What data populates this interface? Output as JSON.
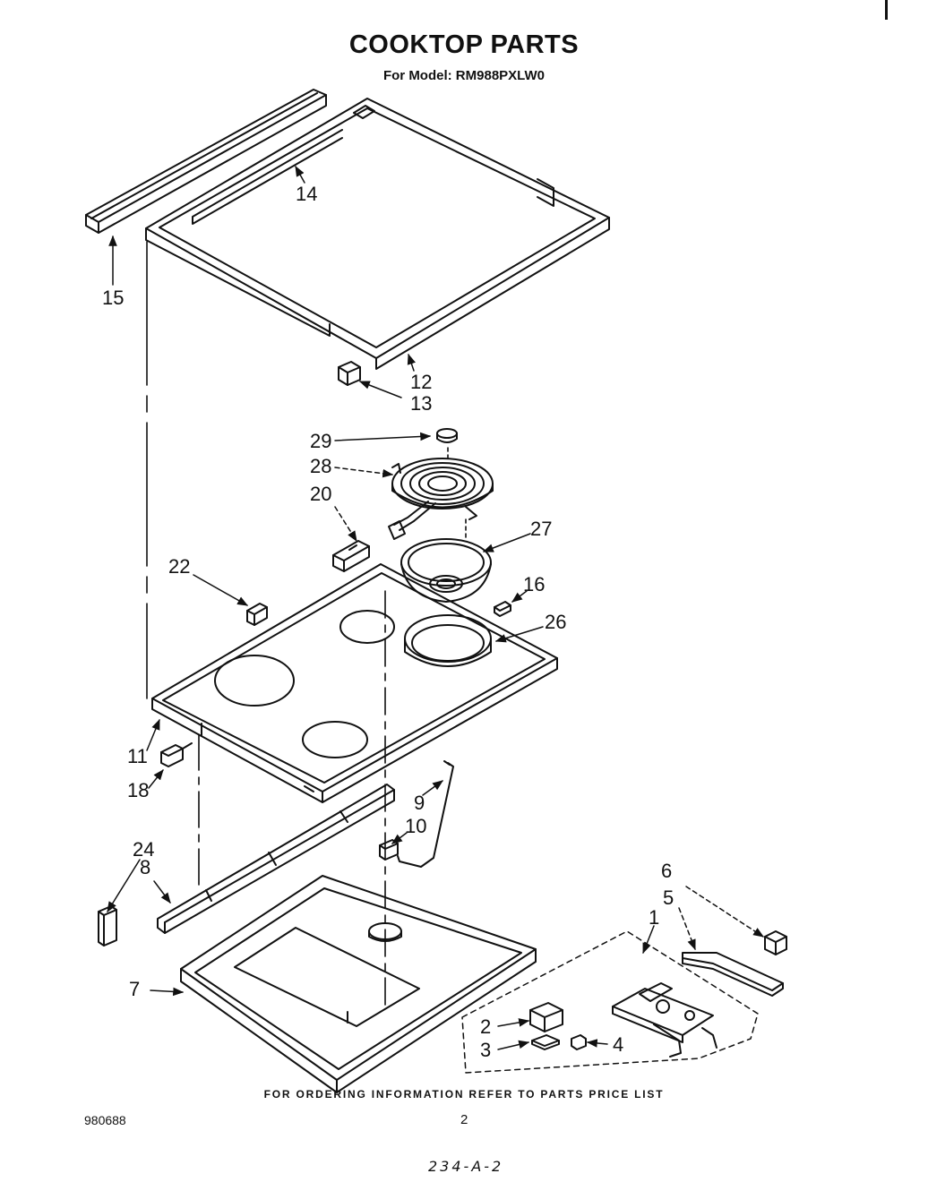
{
  "page": {
    "title": "COOKTOP PARTS",
    "subtitle": "For Model: RM988PXLW0",
    "footer_note": "FOR ORDERING INFORMATION REFER TO PARTS PRICE LIST",
    "doc_number": "980688",
    "page_number": "2",
    "handwritten_note": "234-A-2"
  },
  "callouts": [
    {
      "id": "14",
      "text": "14"
    },
    {
      "id": "15",
      "text": "15"
    },
    {
      "id": "12",
      "text": "12"
    },
    {
      "id": "13",
      "text": "13"
    },
    {
      "id": "29",
      "text": "29"
    },
    {
      "id": "28",
      "text": "28"
    },
    {
      "id": "20",
      "text": "20"
    },
    {
      "id": "27",
      "text": "27"
    },
    {
      "id": "22",
      "text": "22"
    },
    {
      "id": "16",
      "text": "16"
    },
    {
      "id": "26",
      "text": "26"
    },
    {
      "id": "11",
      "text": "11"
    },
    {
      "id": "18",
      "text": "18"
    },
    {
      "id": "9",
      "text": "9"
    },
    {
      "id": "10",
      "text": "10"
    },
    {
      "id": "24",
      "text": "24"
    },
    {
      "id": "8",
      "text": "8"
    },
    {
      "id": "6",
      "text": "6"
    },
    {
      "id": "5",
      "text": "5"
    },
    {
      "id": "1",
      "text": "1"
    },
    {
      "id": "7",
      "text": "7"
    },
    {
      "id": "2",
      "text": "2"
    },
    {
      "id": "3",
      "text": "3"
    },
    {
      "id": "4",
      "text": "4"
    }
  ]
}
